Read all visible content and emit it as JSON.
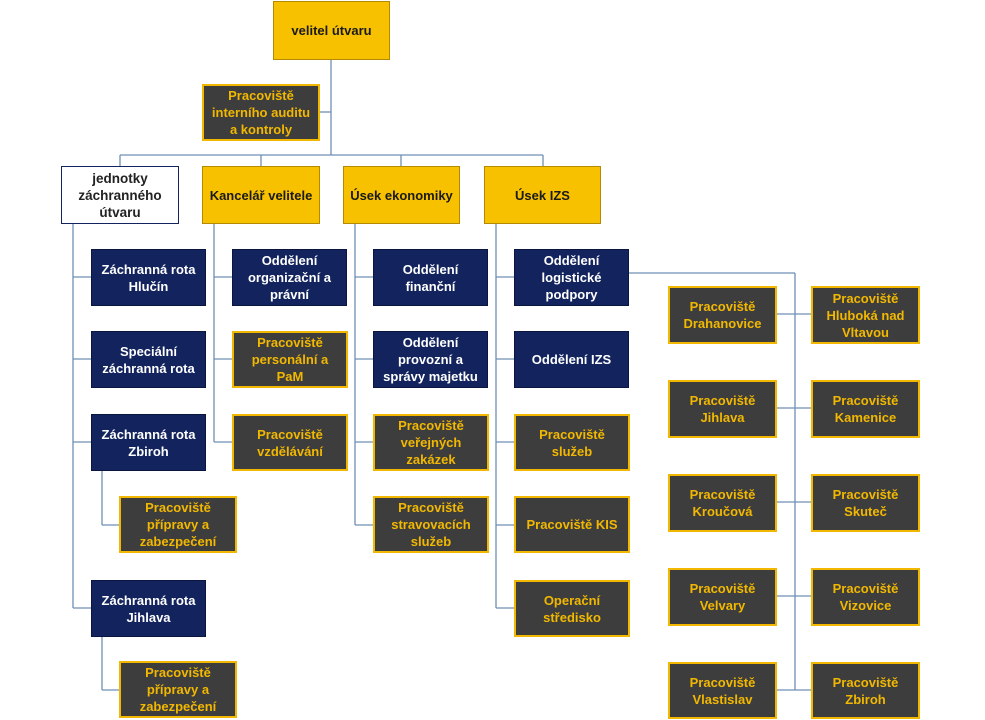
{
  "nodes": {
    "commander": "velitel útvaru",
    "audit": "Pracoviště interního auditu a kontroly",
    "rescue_units": "jednotky záchranného útvaru",
    "office": "Kancelář velitele",
    "economics": "Úsek ekonomiky",
    "izs_section": "Úsek IZS",
    "rota_hlucin": "Záchranná rota Hlučín",
    "special_rota": "Speciální záchranná rota",
    "rota_zbiroh": "Záchranná rota Zbiroh",
    "prep_zbiroh": "Pracoviště přípravy a zabezpečení",
    "rota_jihlava": "Záchranná rota Jihlava",
    "prep_jihlava": "Pracoviště přípravy a zabezpečení",
    "org_legal": "Oddělení organizační a právní",
    "personnel": "Pracoviště personální a PaM",
    "education": "Pracoviště vzdělávání",
    "finance": "Oddělení finanční",
    "operations_assets": "Oddělení provozní a správy majetku",
    "public_procurement": "Pracoviště veřejných zakázek",
    "catering": "Pracoviště stravovacích služeb",
    "logistics": "Oddělení logistické podpory",
    "izs_dept": "Oddělení IZS",
    "services": "Pracoviště služeb",
    "kis": "Pracoviště KIS",
    "ops_center": "Operační středisko",
    "drahanovice": "Pracoviště Drahanovice",
    "hluboka": "Pracoviště Hluboká nad Vltavou",
    "jihlava_site": "Pracoviště Jihlava",
    "kamenice": "Pracoviště Kamenice",
    "kroucova": "Pracoviště Kroučová",
    "skutec": "Pracoviště Skuteč",
    "velvary": "Pracoviště Velvary",
    "vizovice": "Pracoviště Vizovice",
    "vlastislav": "Pracoviště Vlastislav",
    "zbiroh_site": "Pracoviště Zbiroh"
  },
  "colors": {
    "yellow": "#f7c100",
    "navy": "#12235e",
    "dark": "#3d3d3d",
    "connector": "#6f8fb3"
  }
}
